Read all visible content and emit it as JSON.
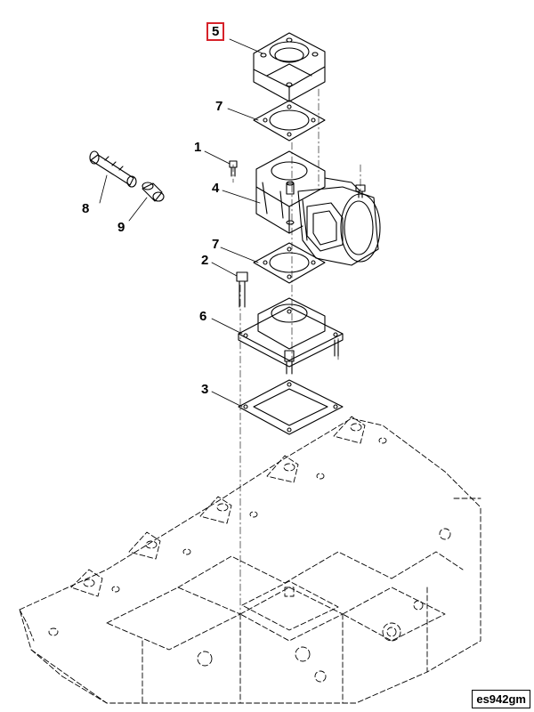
{
  "diagram": {
    "callouts": [
      {
        "id": "c5",
        "label": "5",
        "highlight": true
      },
      {
        "id": "c7a",
        "label": "7",
        "highlight": false
      },
      {
        "id": "c1",
        "label": "1",
        "highlight": false
      },
      {
        "id": "c4",
        "label": "4",
        "highlight": false
      },
      {
        "id": "c8",
        "label": "8",
        "highlight": false
      },
      {
        "id": "c9",
        "label": "9",
        "highlight": false
      },
      {
        "id": "c7b",
        "label": "7",
        "highlight": false
      },
      {
        "id": "c2",
        "label": "2",
        "highlight": false
      },
      {
        "id": "c6",
        "label": "6",
        "highlight": false
      },
      {
        "id": "c3",
        "label": "3",
        "highlight": false
      }
    ],
    "image_code": "es942gm",
    "highlight_color": "#d6222a"
  }
}
